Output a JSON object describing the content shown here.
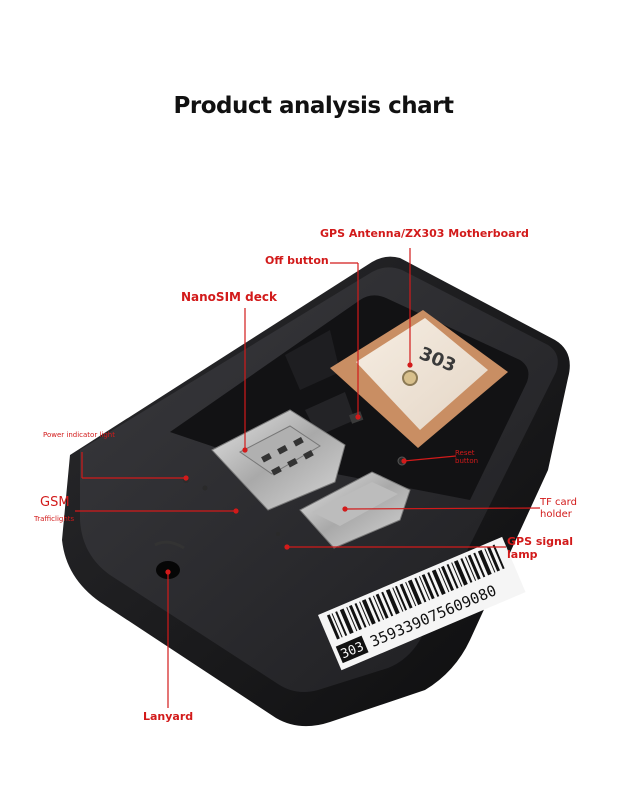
{
  "title": "Product analysis chart",
  "labels": {
    "gps_antenna": "GPS Antenna/ZX303 Motherboard",
    "off_button": "Off button",
    "nanosim_deck": "NanoSIM deck",
    "power_indicator": "Power indicator light",
    "gsm": "GSM",
    "gsm_traffic": "Trafficlights",
    "reset_button": "Reset button",
    "tf_card_holder": "TF card holder",
    "gps_signal_lamp": "GPS signal lamp",
    "lanyard": "Lanyard"
  },
  "device": {
    "antenna_marking": "303",
    "barcode_prefix": "303",
    "barcode_number": "359339075609080"
  },
  "colors": {
    "label": "#d21a1a",
    "leader_line": "#d21a1a",
    "case": "#1a1a1c",
    "antenna_patch": "#f1e6d8",
    "antenna_base": "#c98e63",
    "sim_metal": "#c9c9c9"
  }
}
